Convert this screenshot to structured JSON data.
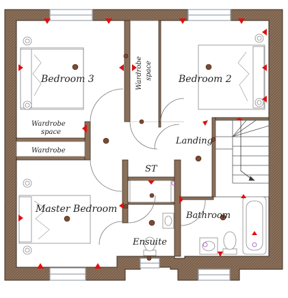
{
  "plan": {
    "rooms": {
      "bedroom3": "Bedroom 3",
      "bedroom2": "Bedroom 2",
      "master": "Master Bedroom",
      "landing": "Landing",
      "st": "ST",
      "bathroom": "Bathroom",
      "ensuite": "Ensuite",
      "wardrobe": "Wardrobe",
      "wardrobe_space_line1": "Wardrobe",
      "wardrobe_space_line2": "space",
      "wardrobe_space_v1": "Wardrobe",
      "wardrobe_space_v2": "space"
    },
    "colors": {
      "wall_fill": "#8b7059",
      "wall_stroke": "#3a2b20",
      "line": "#555555",
      "socket": "#e01010",
      "light": "#7a4a32",
      "window": "#9aa3ad",
      "fitting": "#a0a0a0",
      "purple": "#a040c0"
    }
  }
}
